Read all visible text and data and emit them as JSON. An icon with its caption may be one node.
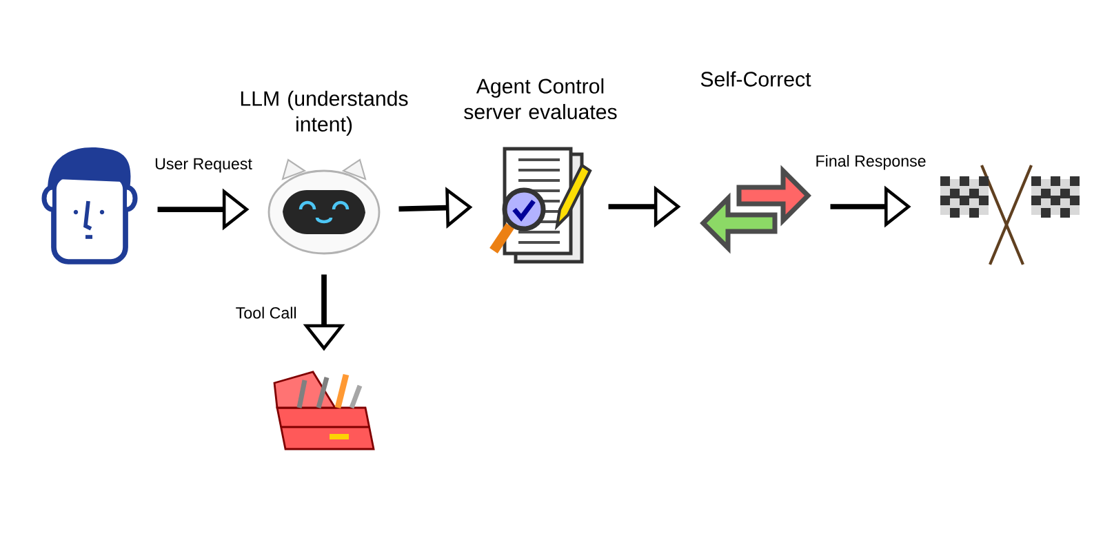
{
  "diagram": {
    "nodes": [
      {
        "text": [],
        "shape": "picture"
      },
      {
        "text": [
          "LLM (understands intent)"
        ]
      },
      {
        "text": [
          "Agent Control server evaluates"
        ]
      },
      {
        "text": [
          "Self-Correct"
        ]
      },
      {
        "text": [],
        "shape": "picture"
      },
      {
        "text": [],
        "shape": "picture"
      }
    ],
    "edges": [
      {
        "from": 0,
        "to": 1,
        "arrow": "to",
        "label": "User Request"
      },
      {
        "from": 1,
        "to": 2,
        "arrow": "to"
      },
      {
        "from": 2,
        "to": 3,
        "arrow": "to"
      },
      {
        "from": 3,
        "to": 4,
        "arrow": "to",
        "label": "Final Response"
      },
      {
        "from": 1,
        "to": 5,
        "arrow": "to",
        "label": "Tool Call"
      }
    ]
  }
}
